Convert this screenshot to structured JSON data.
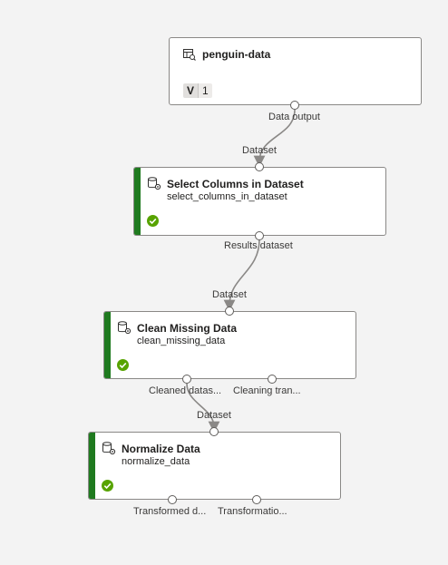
{
  "colors": {
    "canvas_background": "#f3f3f3",
    "status_bar": "#1f7a1f",
    "success": "#57a300",
    "edge": "#8a8886"
  },
  "nodes": [
    {
      "id": "penguin-data",
      "title": "penguin-data",
      "icon": "dataset-icon",
      "version_label": "V",
      "version_number": "1",
      "outputs": [
        "Data output"
      ]
    },
    {
      "id": "select-columns",
      "title": "Select Columns in Dataset",
      "subtitle": "select_columns_in_dataset",
      "icon": "module-icon",
      "status": "completed",
      "inputs": [
        "Dataset"
      ],
      "outputs": [
        "Results dataset"
      ]
    },
    {
      "id": "clean-missing",
      "title": "Clean Missing Data",
      "subtitle": "clean_missing_data",
      "icon": "module-icon",
      "status": "completed",
      "inputs": [
        "Dataset"
      ],
      "outputs": [
        "Cleaned datas...",
        "Cleaning tran..."
      ]
    },
    {
      "id": "normalize",
      "title": "Normalize Data",
      "subtitle": "normalize_data",
      "icon": "module-icon",
      "status": "completed",
      "inputs": [
        "Dataset"
      ],
      "outputs": [
        "Transformed d...",
        "Transformatio..."
      ]
    }
  ]
}
